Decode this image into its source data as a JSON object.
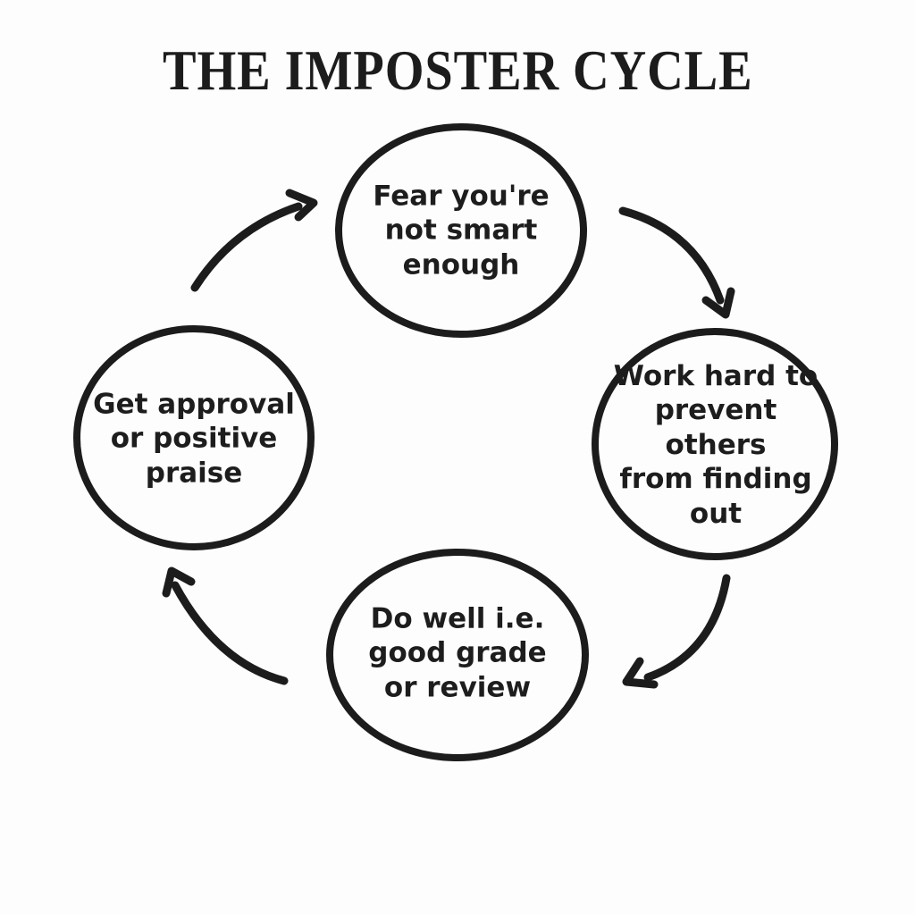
{
  "title": "THE IMPOSTER CYCLE",
  "diagram": {
    "type": "cycle",
    "direction": "clockwise",
    "style": "hand-drawn black ink on white"
  },
  "colors": {
    "ink": "#1c1c1c",
    "background": "#fdfdfd"
  },
  "nodes": [
    {
      "id": "fear",
      "position": "top",
      "label": "Fear you're\nnot smart\nenough"
    },
    {
      "id": "work",
      "position": "right",
      "label": "Work hard to\nprevent others\nfrom finding\nout"
    },
    {
      "id": "dowell",
      "position": "bottom",
      "label": "Do well i.e.\ngood grade\nor review"
    },
    {
      "id": "approval",
      "position": "left",
      "label": "Get approval\nor positive\npraise"
    }
  ],
  "edges": [
    {
      "from": "fear",
      "to": "work"
    },
    {
      "from": "work",
      "to": "dowell"
    },
    {
      "from": "dowell",
      "to": "approval"
    },
    {
      "from": "approval",
      "to": "fear"
    }
  ]
}
